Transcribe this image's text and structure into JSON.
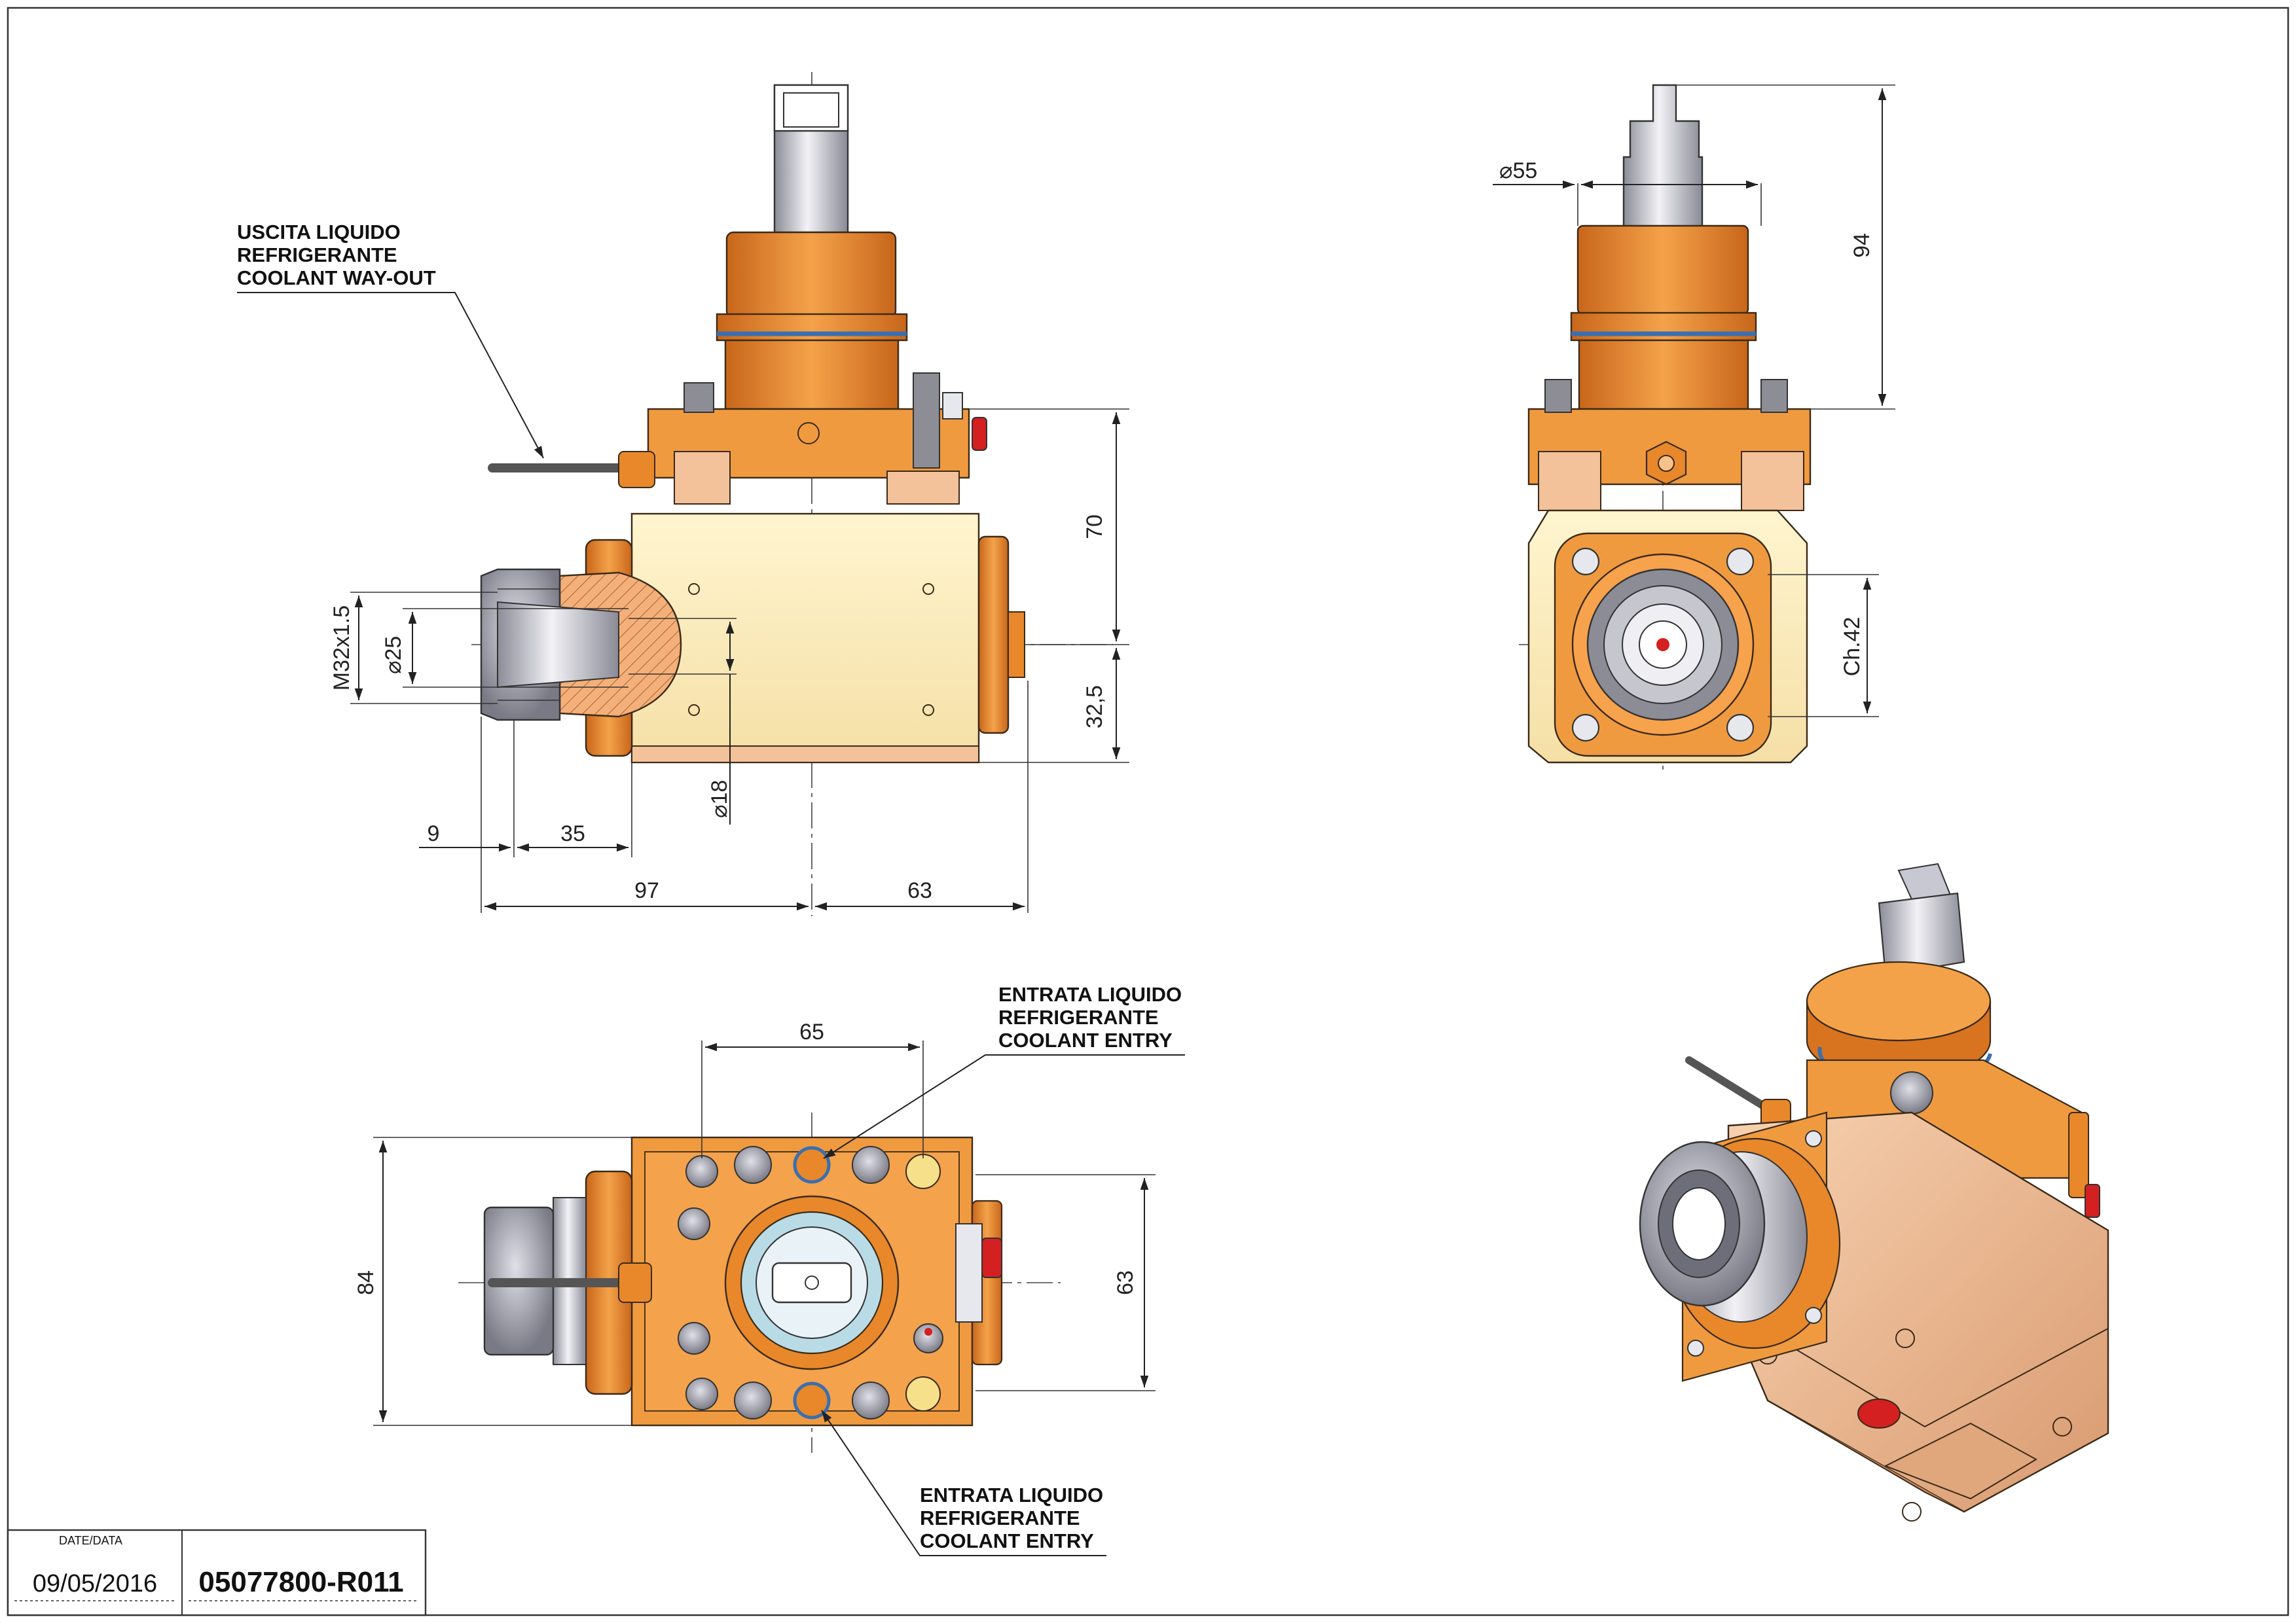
{
  "colors": {
    "orange": "#e8882a",
    "orange_dark": "#c8661a",
    "cream": "#fbeec0",
    "salmon": "#f3c19a",
    "steel": "#c8c8d2",
    "blue_ring": "#3a6fb0",
    "red_plug": "#d42020"
  },
  "labels": {
    "coolant_out_l1": "USCITA LIQUIDO",
    "coolant_out_l2": "REFRIGERANTE",
    "coolant_out_l3": "COOLANT WAY-OUT",
    "coolant_in_top_l1": "ENTRATA LIQUIDO",
    "coolant_in_top_l2": "REFRIGERANTE",
    "coolant_in_top_l3": "COOLANT ENTRY",
    "coolant_in_bot_l1": "ENTRATA LIQUIDO",
    "coolant_in_bot_l2": "REFRIGERANTE",
    "coolant_in_bot_l3": "COOLANT ENTRY"
  },
  "dims": {
    "d70": "70",
    "d32_5": "32,5",
    "thread": "M32x1.5",
    "dia25": "25",
    "dia18": "18",
    "d9": "9",
    "d35": "35",
    "d97": "97",
    "d63_front": "63",
    "dia55": "55",
    "d94": "94",
    "ch42": "Ch.42",
    "d65": "65",
    "d84": "84",
    "d63_bottom": "63",
    "dia_symbol": "⌀"
  },
  "titleblock": {
    "date_label": "DATE/DATA",
    "date": "09/05/2016",
    "code": "05077800-R011"
  }
}
